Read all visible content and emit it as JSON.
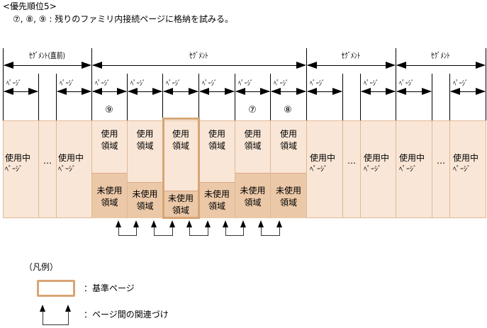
{
  "header": {
    "title": "<優先順位5>",
    "description": "⑦, ⑧, ⑨ : 残りのファミリ内接続ページに格納を試みる。"
  },
  "segments": [
    {
      "label": "ｾｸﾞﾒﾝﾄ(直前)"
    },
    {
      "label": "ｾｸﾞﾒﾝﾄ"
    },
    {
      "label": "ｾｸﾞﾒﾝﾄ"
    },
    {
      "label": "ｾｸﾞﾒﾝﾄ"
    }
  ],
  "page_label": "ﾍﾟｰｼﾞ",
  "ellipsis": "…",
  "priority_marks": {
    "p9": "⑨",
    "p7": "⑦",
    "p8": "⑧"
  },
  "cells": {
    "in_use_page_line1": "使用中",
    "in_use_page_line2": "ﾍﾟｰｼﾞ",
    "used_area_line1": "使用",
    "used_area_line2": "領域",
    "unused_area_line1": "未使用",
    "unused_area_line2": "領域"
  },
  "legend": {
    "title": "（凡例）",
    "base_page": "：基準ページ",
    "page_link": "：ページ間の関連づけ"
  },
  "colors": {
    "page_fill": "#f9e6d6",
    "unused_fill": "#ebc8a8",
    "base_border": "#d8a574"
  }
}
